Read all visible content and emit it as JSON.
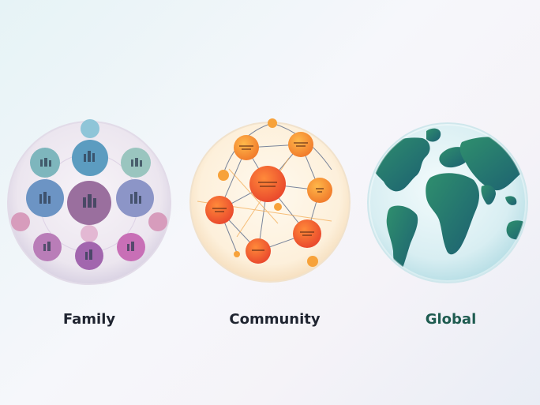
{
  "panels": [
    {
      "label": "Family",
      "label_color": "#1f2430"
    },
    {
      "label": "Community",
      "label_color": "#1f2430"
    },
    {
      "label": "Global",
      "label_color": "#1e5b50"
    }
  ],
  "colors": {
    "family_accent": "#8c6aa6",
    "community_accent": "#f07a2a",
    "global_accent": "#217a6b"
  }
}
